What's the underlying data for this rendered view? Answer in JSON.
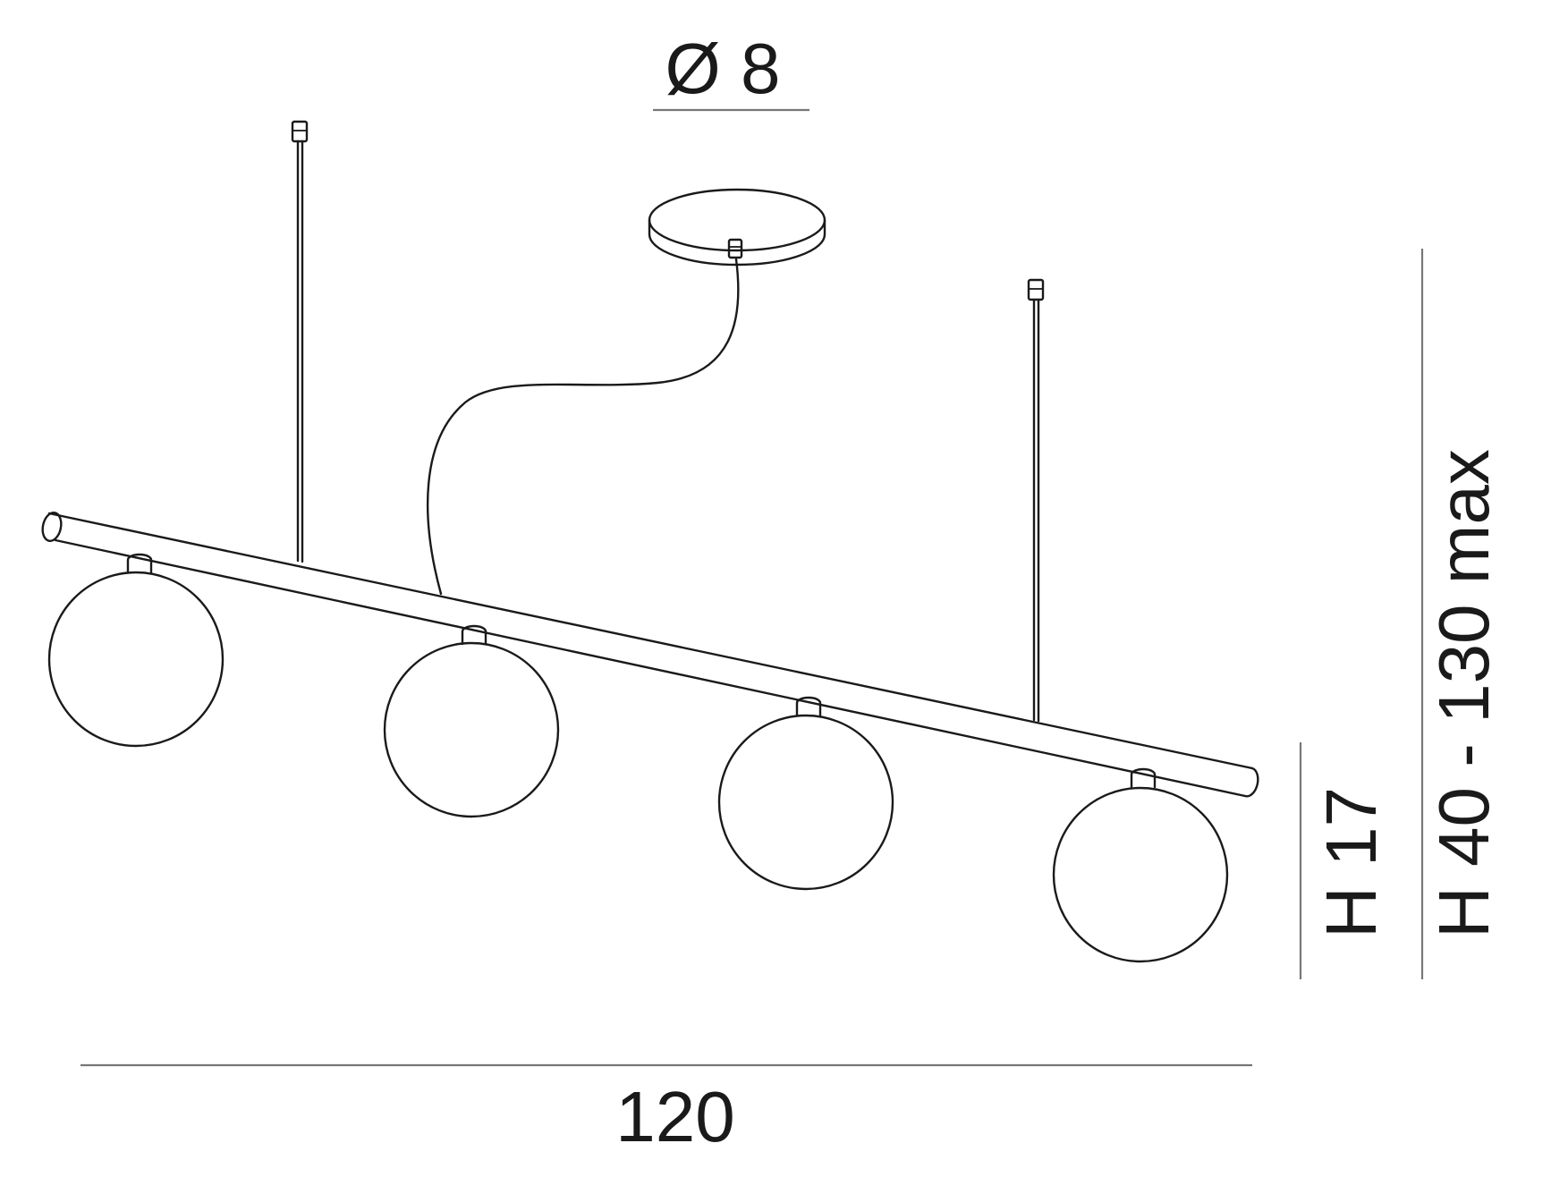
{
  "dimensions": {
    "canopy_diameter": "Ø 8",
    "width": "120",
    "height_body": "H 17",
    "height_total": "H 40 - 130 max"
  },
  "colors": {
    "line": "#1a1a1a",
    "dimension_line": "#777777",
    "background": "#ffffff"
  }
}
